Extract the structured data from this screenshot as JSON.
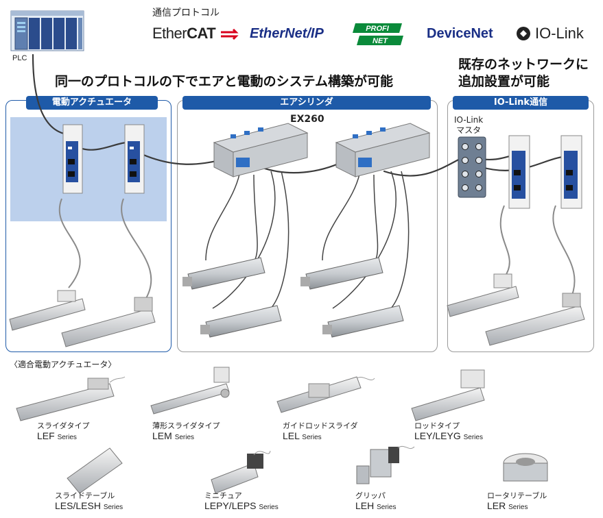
{
  "plc_label": "PLC",
  "protocol_title": "通信プロトコル",
  "protocols": {
    "ethercat_a": "Ether",
    "ethercat_b": "CAT",
    "ethernetip": "EtherNet/IP",
    "profinet_top": "PROFI",
    "profinet_bottom": "NET",
    "devicenet": "DeviceNet",
    "iolink": "IO-Link"
  },
  "headline": "同一のプロトコルの下でエアと電動のシステム構築が可能",
  "headline_right": [
    "既存のネットワークに",
    "追加設置が可能"
  ],
  "panels": {
    "electric": "電動アクチュエータ",
    "air": "エアシリンダ",
    "iolink": "IO-Link通信"
  },
  "ex260_label": "EX260",
  "iolink_master": [
    "IO-Link",
    "マスタ"
  ],
  "compat_title": "〈適合電動アクチュエータ〉",
  "products": [
    {
      "jp": "スライダタイプ",
      "series": "LEF",
      "suffix": "Series"
    },
    {
      "jp": "薄形スライダタイプ",
      "series": "LEM",
      "suffix": "Series"
    },
    {
      "jp": "ガイドロッドスライダ",
      "series": "LEL",
      "suffix": "Series"
    },
    {
      "jp": "ロッドタイプ",
      "series": "LEY/LEYG",
      "suffix": "Series"
    },
    {
      "jp": "スライドテーブル",
      "series": "LES/LESH",
      "suffix": "Series"
    },
    {
      "jp": "ミニチュア",
      "series": "LEPY/LEPS",
      "suffix": "Series"
    },
    {
      "jp": "グリッパ",
      "series": "LEH",
      "suffix": "Series"
    },
    {
      "jp": "ロータリテーブル",
      "series": "LER",
      "suffix": "Series"
    }
  ],
  "colors": {
    "panel_header": "#1e5aa8",
    "blue_fill": "#bcd0ec",
    "logo_blue": "#1a2f86",
    "profinet_green": "#0a8a3a",
    "ethercat_red": "#d8001c"
  }
}
